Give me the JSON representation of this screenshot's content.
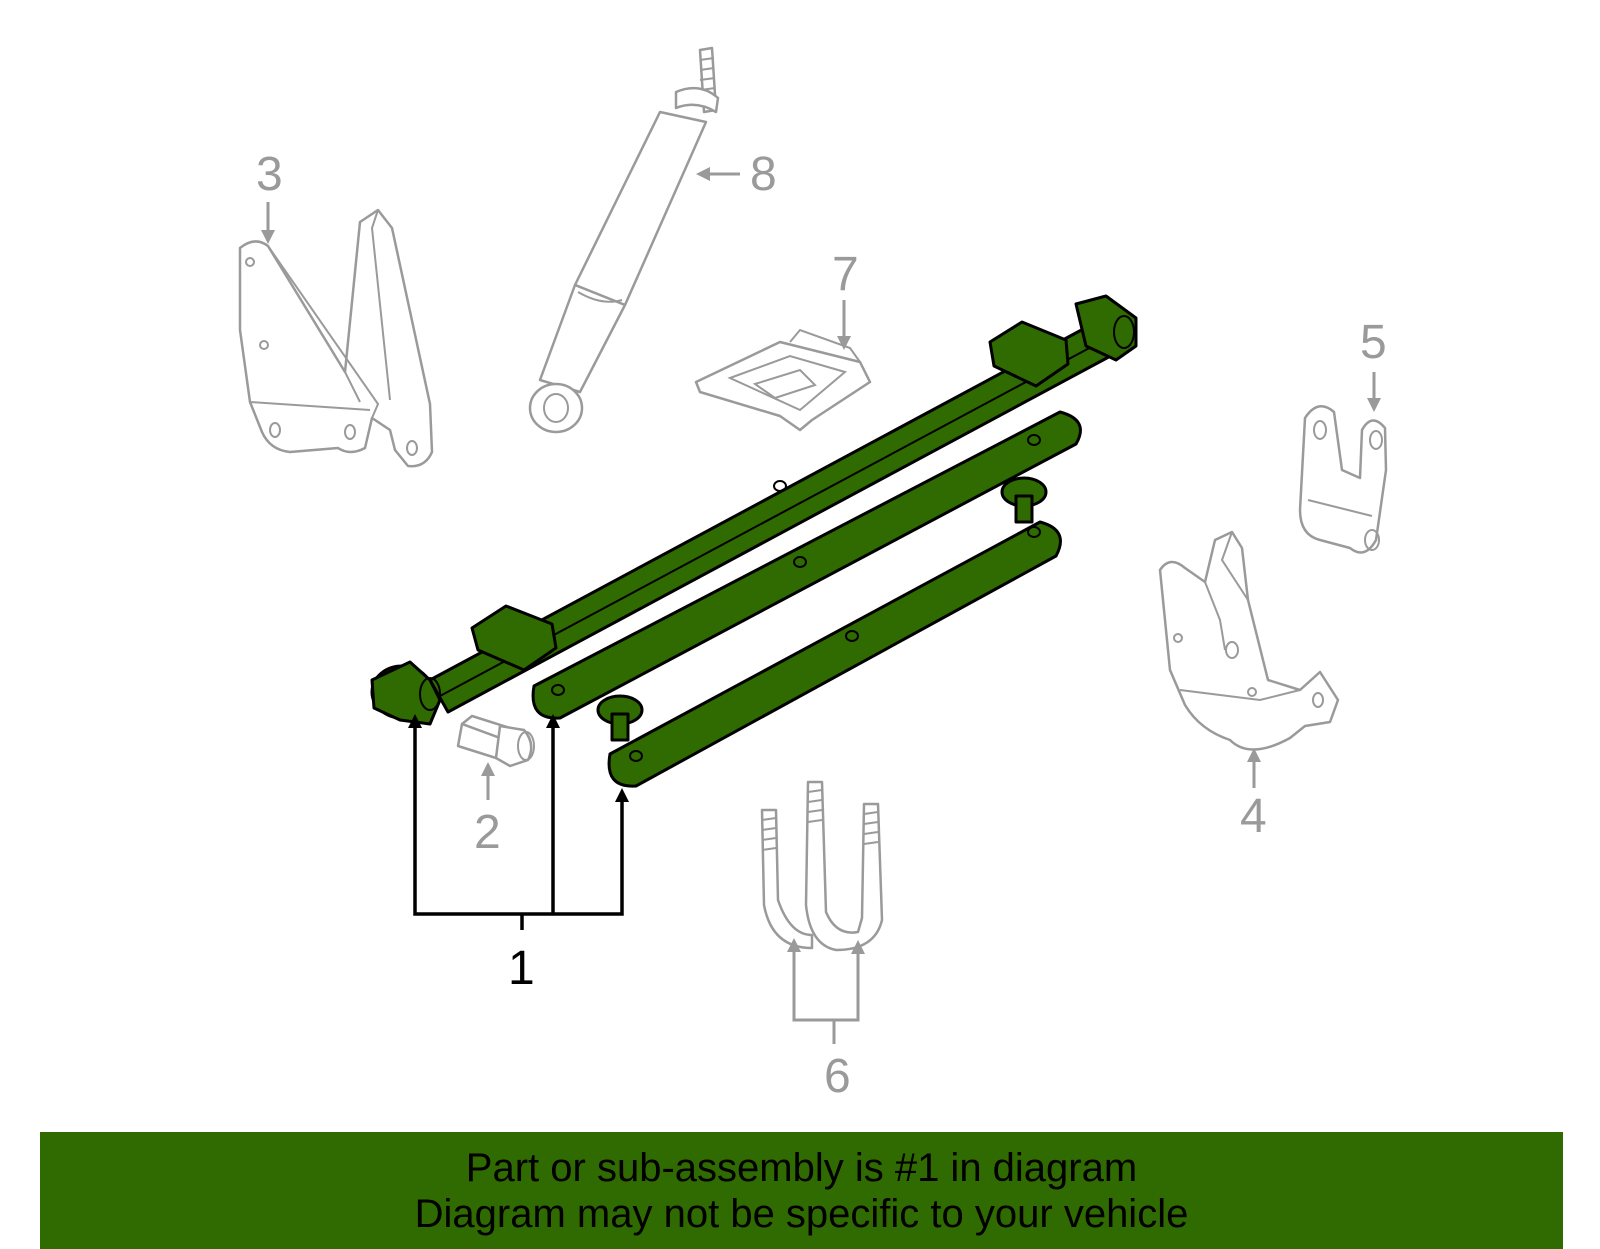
{
  "callouts": {
    "c1": "1",
    "c2": "2",
    "c3": "3",
    "c4": "4",
    "c5": "5",
    "c6": "6",
    "c7": "7",
    "c8": "8"
  },
  "banner": {
    "line1": "Part or sub-assembly is #1 in diagram",
    "line2": "Diagram may not be specific to your vehicle"
  },
  "colors": {
    "highlight": "#2f6b00",
    "outline_gray": "#9a9a9a",
    "background": "#ffffff"
  }
}
